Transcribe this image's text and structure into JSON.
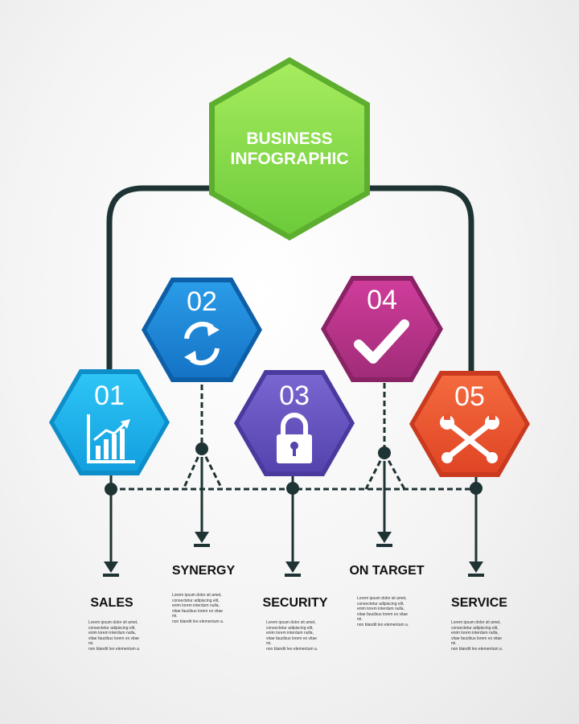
{
  "title": {
    "line1": "BUSINESS",
    "line2": "INFOGRAPHIC",
    "color": "#7ED957"
  },
  "steps": [
    {
      "number": "01",
      "label": "SALES",
      "icon": "bar-chart-icon",
      "color": "#19B2EC",
      "description": [
        "Lorem ipsum dolor sit amet,",
        "consectetur adipiscing elit,",
        "enim lorem interdum nulla,",
        "vitae faucibus lorem ex vitae mi.",
        "non blandit leo elementum a."
      ]
    },
    {
      "number": "02",
      "label": "SYNERGY",
      "icon": "refresh-icon",
      "color": "#1B8BD9",
      "description": [
        "Lorem ipsum dolor sit amet,",
        "consectetur adipiscing elit,",
        "enim lorem interdum nulla,",
        "vitae faucibus lorem ex vitae mi.",
        "non blandit leo elementum a."
      ]
    },
    {
      "number": "03",
      "label": "SECURITY",
      "icon": "padlock-icon",
      "color": "#6E55C2",
      "description": [
        "Lorem ipsum dolor sit amet,",
        "consectetur adipiscing elit,",
        "enim lorem interdum nulla,",
        "vitae faucibus lorem ex vitae mi.",
        "non blandit leo elementum a."
      ]
    },
    {
      "number": "04",
      "label": "ON TARGET",
      "icon": "checkmark-icon",
      "color": "#B8358C",
      "description": [
        "Lorem ipsum dolor sit amet,",
        "consectetur adipiscing elit,",
        "enim lorem interdum nulla,",
        "vitae faucibus lorem ex vitae mi.",
        "non blandit leo elementum a."
      ]
    },
    {
      "number": "05",
      "label": "SERVICE",
      "icon": "tools-icon",
      "color": "#EE5A35",
      "description": [
        "Lorem ipsum dolor sit amet,",
        "consectetur adipiscing elit,",
        "enim lorem interdum nulla,",
        "vitae faucibus lorem ex vitae mi.",
        "non blandit leo elementum a."
      ]
    }
  ],
  "connector_color": "#1E3333"
}
